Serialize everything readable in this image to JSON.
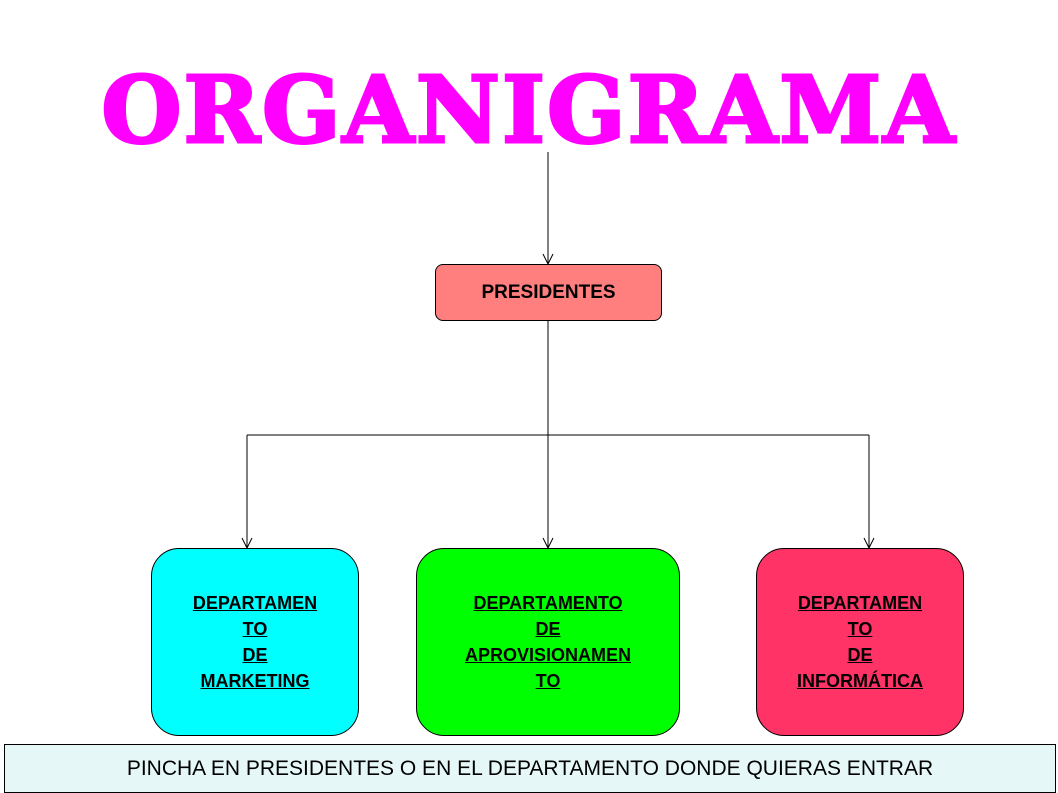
{
  "title": "ORGANIGRAMA",
  "presidentes": {
    "label": "PRESIDENTES",
    "color": "#ff7f7f"
  },
  "departments": [
    {
      "lines": [
        "DEPARTAMEN",
        "TO",
        "DE",
        "MARKETING"
      ],
      "color": "#00ffff"
    },
    {
      "lines": [
        "DEPARTAMENTO",
        "DE",
        "APROVISIONAMEN",
        "TO"
      ],
      "color": "#00ff00"
    },
    {
      "lines": [
        "DEPARTAMEN",
        "TO",
        "DE",
        "INFORMÁTICA"
      ],
      "color": "#ff3366"
    }
  ],
  "footer": {
    "text": "PINCHA EN PRESIDENTES O EN EL DEPARTAMENTO DONDE QUIERAS ENTRAR",
    "background": "#e6f7f7"
  },
  "title_color": "#ff00ff"
}
